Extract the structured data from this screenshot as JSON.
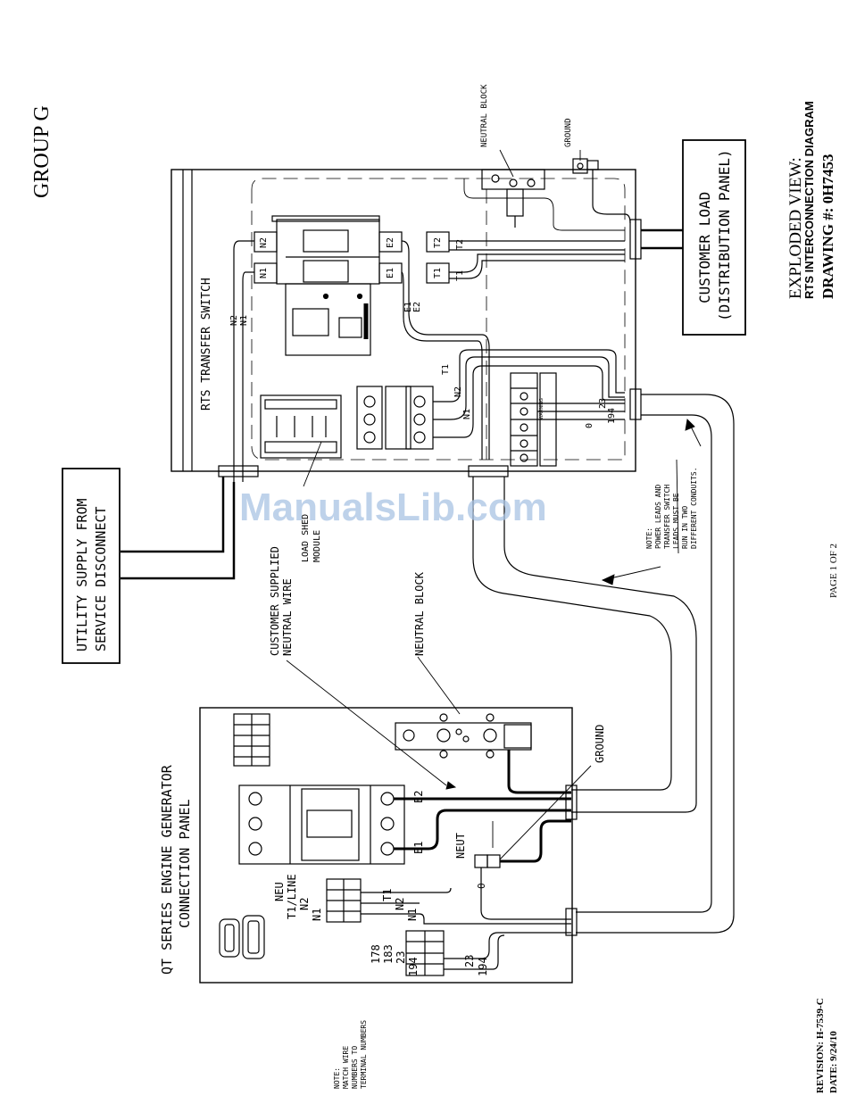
{
  "title_block": {
    "group": "GROUP G",
    "view_title": "EXPLODED VIEW:",
    "diagram_name": "RTS INTERCONNECTION DIAGRAM",
    "drawing_number": "DRAWING #: 0H7453",
    "page": "PAGE 1 OF 2",
    "revision": "REVISION: H-7539-C",
    "date": "DATE: 9/24/10"
  },
  "watermark": "ManualsLib.com",
  "labels": {
    "rts_transfer_switch": "RTS TRANSFER SWITCH",
    "customer_load_1": "CUSTOMER LOAD",
    "customer_load_2": "(DISTRIBUTION PANEL)",
    "utility_supply_1": "UTILITY SUPPLY FROM",
    "utility_supply_2": "SERVICE DISCONNECT",
    "neutral_block_top": "NEUTRAL BLOCK",
    "ground_top": "GROUND",
    "load_shed_1": "LOAD SHED",
    "load_shed_2": "MODULE",
    "customer_neutral_1": "CUSTOMER SUPPLIED",
    "customer_neutral_2": "NEUTRAL WIRE",
    "neutral_block_gen": "NEUTRAL BLOCK",
    "ground_gen": "GROUND",
    "gen_panel_1": "QT SERIES ENGINE GENERATOR",
    "gen_panel_2": "CONNECTION PANEL",
    "conduit_note_1": "NOTE:",
    "conduit_note_2": "POWER LEADS AND",
    "conduit_note_3": "TRANSFER SWITCH",
    "conduit_note_4": "LEADS MUST BE",
    "conduit_note_5": "RUN IN TWO",
    "conduit_note_6": "DIFFERENT CONDUITS.",
    "wire_note_1": "NOTE:",
    "wire_note_2": "MATCH WIRE",
    "wire_note_3": "NUMBERS TO",
    "wire_note_4": "TERMINAL NUMBERS",
    "warning_label": "WARNING"
  },
  "wires": {
    "N1": "N1",
    "N2": "N2",
    "E1": "E1",
    "E2": "E2",
    "T1": "T1",
    "T2": "T2",
    "w23": "23",
    "w194": "194",
    "w0": "0",
    "NEUT": "NEUT",
    "NEU": "NEU",
    "T1LINE": "T1/LINE",
    "w178": "178",
    "w183": "183"
  }
}
